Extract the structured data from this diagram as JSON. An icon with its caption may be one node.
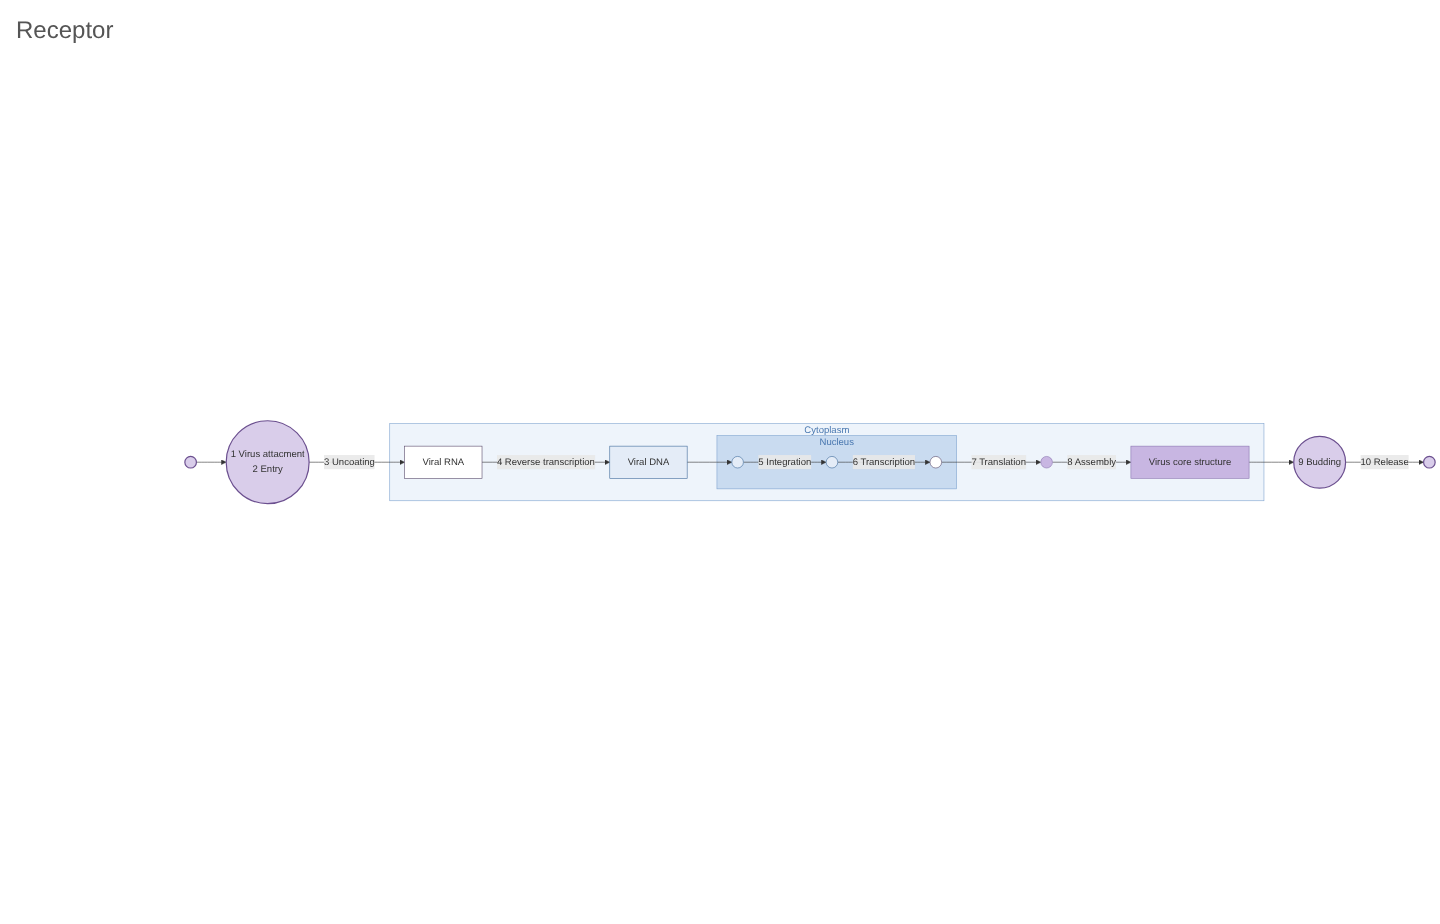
{
  "diagram": {
    "nodes": [
      {
        "text": [],
        "shape": "circle"
      },
      {
        "text": [
          "1 Virus attacment",
          "2 Entry"
        ]
      },
      {
        "text": [
          "Cytoplasm"
        ]
      },
      {
        "text": [
          "Viral RNA"
        ],
        "in": 2
      },
      {
        "text": [
          "Viral DNA"
        ],
        "in": 2
      },
      {
        "text": [
          "Nucleus"
        ],
        "in": 2
      },
      {
        "text": [],
        "shape": "circle",
        "in": 5
      },
      {
        "text": [],
        "shape": "circle",
        "in": 5
      },
      {
        "text": [],
        "shape": "circle",
        "in": 5
      },
      {
        "text": [],
        "shape": "circle",
        "in": 2
      },
      {
        "text": [
          "Virus core structure"
        ],
        "in": 2
      },
      {
        "text": [
          "9 Budding"
        ]
      },
      {
        "text": [],
        "shape": "circle"
      }
    ],
    "edges": [
      {
        "from": 0,
        "to": 1,
        "arrow": "to"
      },
      {
        "from": 1,
        "to": 3,
        "arrow": "to",
        "label": "3 Uncoating"
      },
      {
        "from": 3,
        "to": 4,
        "arrow": "to",
        "label": "4 Reverse transcription"
      },
      {
        "from": 4,
        "to": 6,
        "arrow": "to"
      },
      {
        "from": 6,
        "to": 7,
        "arrow": "to",
        "label": "5 Integration"
      },
      {
        "from": 7,
        "to": 8,
        "arrow": "to",
        "label": "6 Transcription"
      },
      {
        "from": 8,
        "to": 9,
        "arrow": "to",
        "label": "7 Translation"
      },
      {
        "from": 9,
        "to": 10,
        "arrow": "to",
        "label": "8 Assembly"
      },
      {
        "from": 10,
        "to": 11,
        "arrow": "to"
      },
      {
        "from": 11,
        "to": 12,
        "arrow": "to",
        "label": "10 Release"
      }
    ],
    "labels": [
      "Receptor"
    ]
  }
}
